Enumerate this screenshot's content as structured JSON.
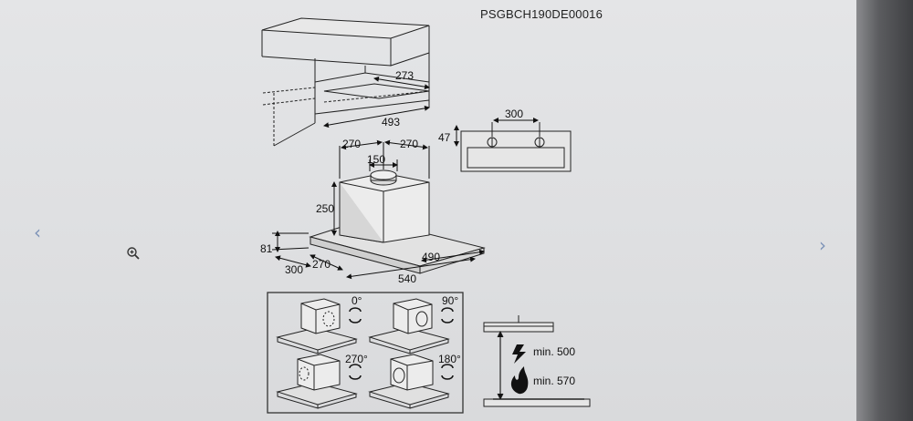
{
  "viewer": {
    "prev_arrow": "‹",
    "next_arrow": "›",
    "zoom_icon": "zoom-in-icon"
  },
  "document": {
    "product_code": "PSGBCH190DE00016",
    "cabinet_dims": {
      "depth": "273",
      "width": "493"
    },
    "front_dims": {
      "hole_spacing": "300",
      "height": "47"
    },
    "hood_dims": {
      "left_offset": "270",
      "right_offset": "270",
      "outlet": "150",
      "chimney_height": "250",
      "panel_height": "81",
      "depth_front": "300",
      "depth_side": "270",
      "width_inner": "490",
      "width_total": "540"
    },
    "rotations": [
      "0°",
      "90°",
      "270°",
      "180°"
    ],
    "clearances": {
      "electric": "min. 500",
      "gas": "min. 570"
    }
  }
}
